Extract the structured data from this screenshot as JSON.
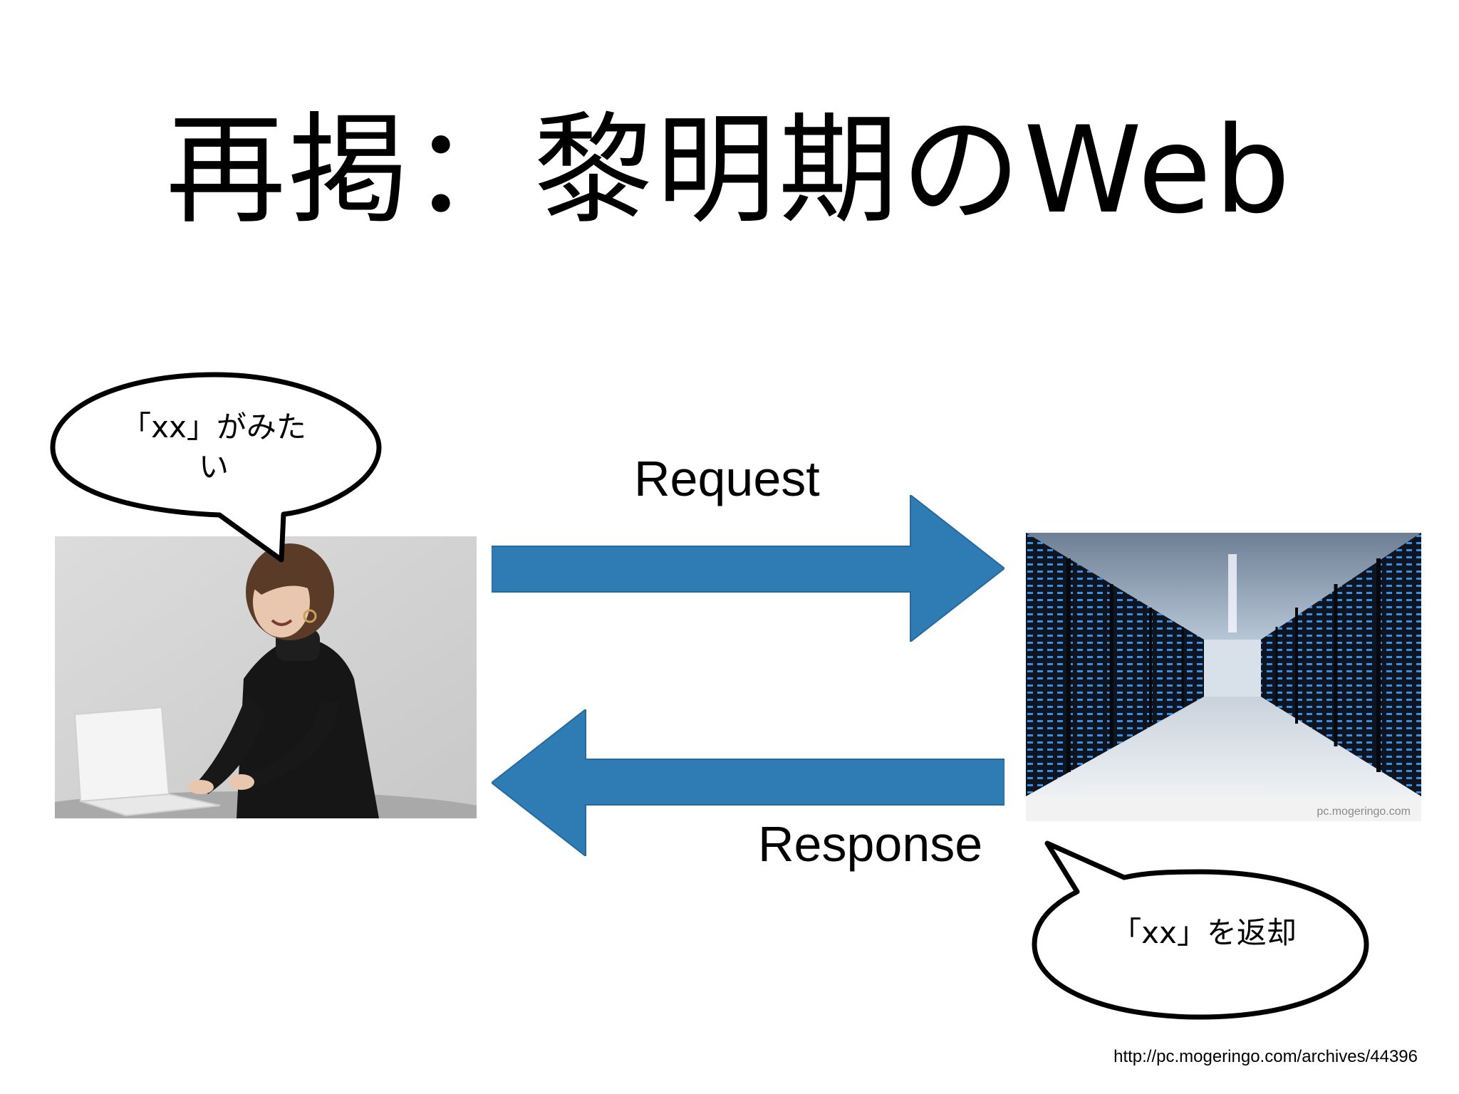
{
  "title": "再掲：黎明期のWeb",
  "labels": {
    "request": "Request",
    "response": "Response"
  },
  "bubbles": {
    "client": "「xx」がみたい",
    "server": "「xx」を返却"
  },
  "photos": {
    "server_watermark": "pc.mogeringo.com"
  },
  "source": "http://pc.mogeringo.com/archives/44396",
  "colors": {
    "arrow": "#2f7bb4",
    "arrow_edge": "#256a9e",
    "background": "#ffffff",
    "text": "#000000"
  }
}
